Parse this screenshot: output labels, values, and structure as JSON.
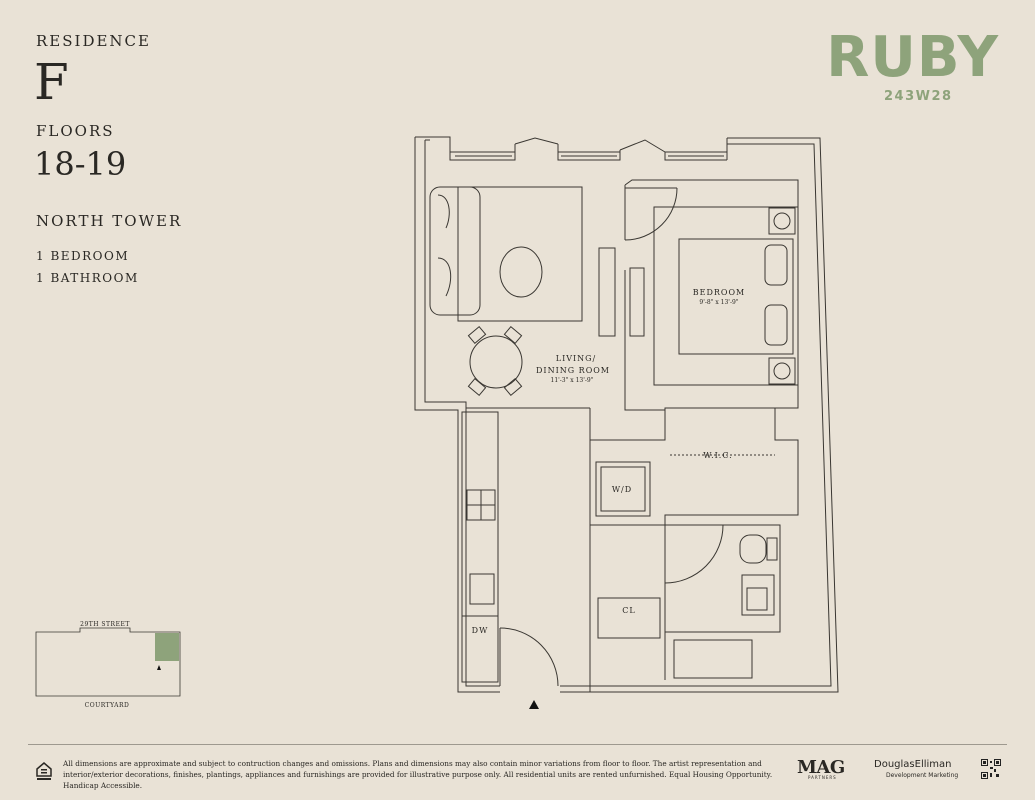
{
  "header": {
    "residence_label": "RESIDENCE",
    "residence_letter": "F",
    "floors_label": "FLOORS",
    "floors_value": "18-19",
    "tower": "NORTH TOWER",
    "bedrooms": "1 BEDROOM",
    "bathrooms": "1 BATHROOM"
  },
  "brand": {
    "name": "RUBY",
    "address": "243W28",
    "color": "#8ea37b"
  },
  "plan": {
    "rooms": {
      "bedroom_name": "BEDROOM",
      "bedroom_dims": "9'-8\" x 13'-9\"",
      "living_name_line1": "LIVING/",
      "living_name_line2": "DINING ROOM",
      "living_dims": "11'-3\" x 13'-9\"",
      "wic": "W.I.C.",
      "wd": "W/D",
      "closet": "CL",
      "dishwasher": "DW"
    },
    "wall_color": "#3a3732",
    "key_plan": {
      "street": "29TH STREET",
      "courtyard": "COURTYARD",
      "highlight_color": "#8ea37b"
    }
  },
  "footer": {
    "disclaimer": "All dimensions are approximate and subject to contruction changes and omissions. Plans and dimensions may also contain minor variations from floor to floor. The artist representation and interior/exterior decorations, finishes, plantings, appliances and furnishings are provided for illustrative purpose only. All residential units are rented unfurnished. Equal Housing Opportunity. Handicap Accessible.",
    "developer_logo": "MAG",
    "developer_sub": "PARTNERS",
    "marketing_logo": "DouglasElliman",
    "marketing_sub": "Development Marketing",
    "icons": [
      "equal-housing-icon",
      "qr-code-icon"
    ]
  }
}
